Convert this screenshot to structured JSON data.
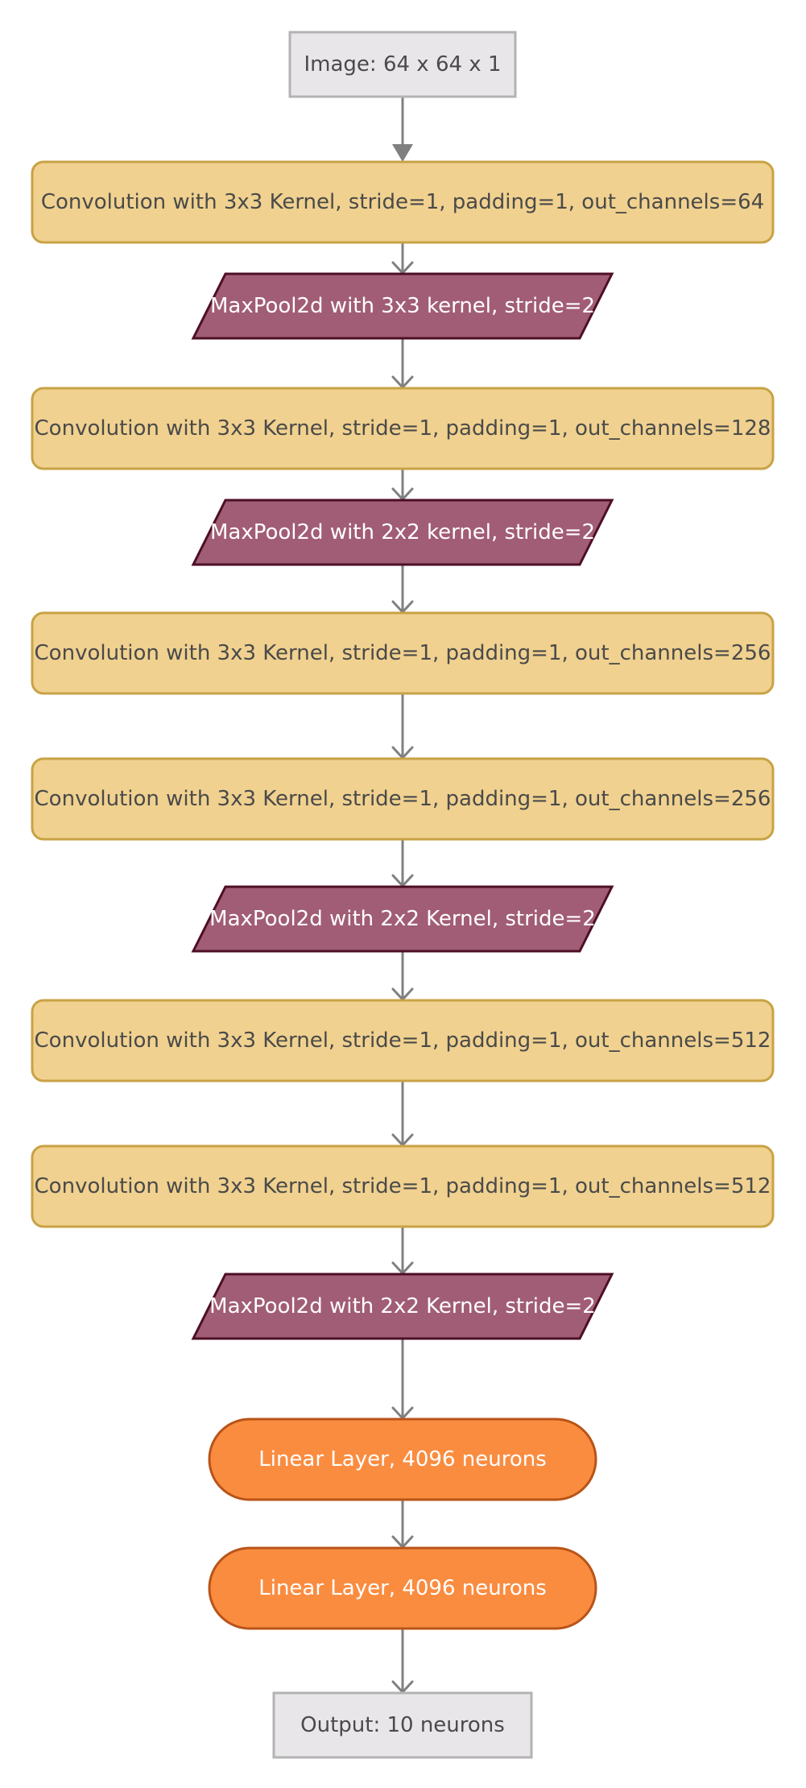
{
  "colors": {
    "io_fill": "#e9e6ea",
    "io_stroke": "#b3b3b3",
    "conv_fill": "#f0d18f",
    "conv_stroke": "#c8a245",
    "pool_fill": "#a15d75",
    "pool_stroke": "#4d0f26",
    "linear_fill": "#fa8c40",
    "linear_stroke": "#b85418",
    "connector": "#808080"
  },
  "nodes": [
    {
      "id": "input",
      "kind": "io",
      "label": "Image: 64 x 64 x 1"
    },
    {
      "id": "conv1",
      "kind": "conv",
      "label": "Convolution with 3x3 Kernel, stride=1, padding=1, out_channels=64"
    },
    {
      "id": "pool1",
      "kind": "pool",
      "label": "MaxPool2d with 3x3 kernel, stride=2"
    },
    {
      "id": "conv2",
      "kind": "conv",
      "label": "Convolution with 3x3 Kernel, stride=1, padding=1, out_channels=128"
    },
    {
      "id": "pool2",
      "kind": "pool",
      "label": "MaxPool2d with 2x2 kernel, stride=2"
    },
    {
      "id": "conv3",
      "kind": "conv",
      "label": "Convolution with 3x3 Kernel, stride=1, padding=1, out_channels=256"
    },
    {
      "id": "conv4",
      "kind": "conv",
      "label": "Convolution with 3x3 Kernel, stride=1, padding=1, out_channels=256"
    },
    {
      "id": "pool3",
      "kind": "pool",
      "label": "MaxPool2d with 2x2 Kernel, stride=2"
    },
    {
      "id": "conv5",
      "kind": "conv",
      "label": "Convolution with 3x3 Kernel, stride=1, padding=1, out_channels=512"
    },
    {
      "id": "conv6",
      "kind": "conv",
      "label": "Convolution with 3x3 Kernel, stride=1, padding=1, out_channels=512"
    },
    {
      "id": "pool4",
      "kind": "pool",
      "label": "MaxPool2d with 2x2 Kernel, stride=2"
    },
    {
      "id": "linear1",
      "kind": "linear",
      "label": "Linear Layer, 4096 neurons"
    },
    {
      "id": "linear2",
      "kind": "linear",
      "label": "Linear Layer, 4096 neurons"
    },
    {
      "id": "output",
      "kind": "io",
      "label": "Output: 10 neurons"
    }
  ],
  "edges": [
    [
      "input",
      "conv1"
    ],
    [
      "conv1",
      "pool1"
    ],
    [
      "pool1",
      "conv2"
    ],
    [
      "conv2",
      "pool2"
    ],
    [
      "pool2",
      "conv3"
    ],
    [
      "conv3",
      "conv4"
    ],
    [
      "conv4",
      "pool3"
    ],
    [
      "pool3",
      "conv5"
    ],
    [
      "conv5",
      "conv6"
    ],
    [
      "conv6",
      "pool4"
    ],
    [
      "pool4",
      "linear1"
    ],
    [
      "linear1",
      "linear2"
    ],
    [
      "linear2",
      "output"
    ]
  ]
}
